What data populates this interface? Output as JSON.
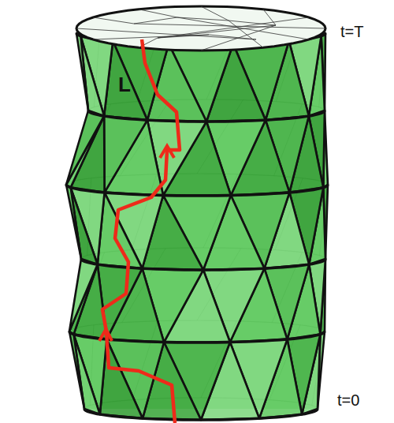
{
  "diagram": {
    "labels": [
      "L",
      "t=T",
      "t=0"
    ]
  }
}
